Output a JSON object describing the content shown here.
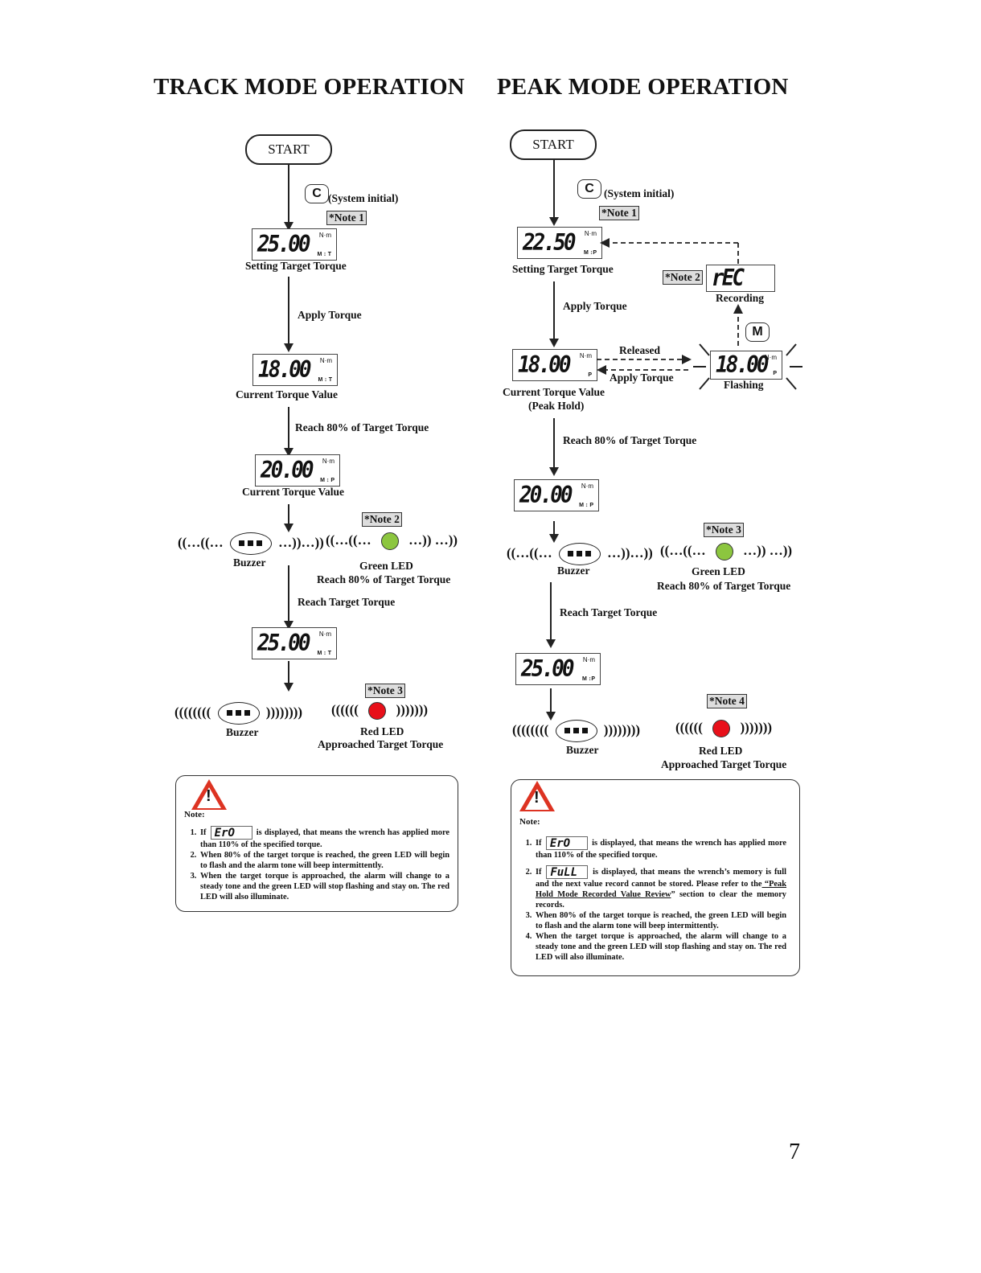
{
  "titles": {
    "track": "TRACK MODE OPERATION",
    "peak": "PEAK MODE OPERATION"
  },
  "common": {
    "start": "START",
    "c_key": "C",
    "m_key": "M",
    "system_initial": "(System initial)",
    "setting_target": "Setting Target Torque",
    "apply_torque": "Apply Torque",
    "current_value": "Current Torque Value",
    "reach80": "Reach 80% of  Target Torque",
    "reach80b": "Reach 80% of Target Torque",
    "reach_target": "Reach Target Torque",
    "buzzer": "Buzzer",
    "green_led": "Green LED",
    "red_led": "Red LED",
    "approached": "Approached Target Torque",
    "unit": "N·m"
  },
  "track": {
    "note1": "*Note 1",
    "note2": "*Note 2",
    "note3": "*Note 3",
    "lcd1": "25.00",
    "lcd2": "18.00",
    "lcd3": "20.00",
    "lcd4": "25.00",
    "mode1": "M ↕ T",
    "mode2": "M ↕ T",
    "mode3": "M ↕ P",
    "mode4": "M ↕ T",
    "buzz1_l": "((…((… ",
    "buzz1_r": " …))…))",
    "led1_l": "((…((… ",
    "led1_r": " …)) …))",
    "buzz2_l": "(((((((( ",
    "buzz2_r": " ))))))))",
    "led2_l": "(((((( ",
    "led2_r": " )))))))"
  },
  "peak": {
    "note1": "*Note 1",
    "note2": "*Note 2",
    "note3": "*Note 3",
    "note4": "*Note 4",
    "lcd1": "22.50",
    "lcd2": "18.00",
    "lcd_flash": "18.00",
    "lcd3": "20.00",
    "lcd4": "25.00",
    "rec": "rEC",
    "mode1": "M ↕P",
    "mode2": "P",
    "mode_flash": "P",
    "mode3": "M ↕ P",
    "mode4": "M ↕P",
    "recording": "Recording",
    "released": "Released",
    "flashing": "Flashing",
    "peak_hold": "(Peak Hold)",
    "buzz1_l": "((…((… ",
    "buzz1_r": " …))…))",
    "led1_l": "((…((… ",
    "led1_r": " …)) …))",
    "buzz2_l": "(((((((( ",
    "buzz2_r": " ))))))))",
    "led2_l": "(((((( ",
    "led2_r": " )))))))"
  },
  "notes_track": {
    "header": "Note:",
    "n1_a": "If ",
    "n1_lcd": "ErO",
    "n1_b": " is displayed, that means the wrench has applied more than 110% of the specified torque.",
    "n2": "When 80% of the target torque is reached, the green LED will begin to flash and the alarm tone will beep intermittently.",
    "n3": "When the target torque is approached, the alarm will change to a steady tone and the green LED will stop flashing and stay on. The red LED will also illuminate."
  },
  "notes_peak": {
    "header": "Note:",
    "n1_a": "If ",
    "n1_lcd": "ErO",
    "n1_b": " is displayed, that means the wrench has applied more than 110% of the specified torque.",
    "n2_a": "If ",
    "n2_lcd": "FuLL",
    "n2_b": " is displayed, that means the wrench’s memory is full and the next value record cannot be stored. Please refer to the",
    "n2_link": " “Peak Hold Mode Recorded Value Review",
    "n2_c": "” section to clear the memory records.",
    "n3": "When 80% of the target torque is reached, the green LED will begin to flash and the alarm tone will beep intermittently.",
    "n4": "When the target torque is approached, the alarm will change to a steady tone and the green LED will stop flashing and stay on. The red LED will also illuminate."
  },
  "page_number": "7",
  "colors": {
    "green_led": "#8cc63f",
    "red_led": "#e8101a",
    "warn": "#d32f2f"
  }
}
